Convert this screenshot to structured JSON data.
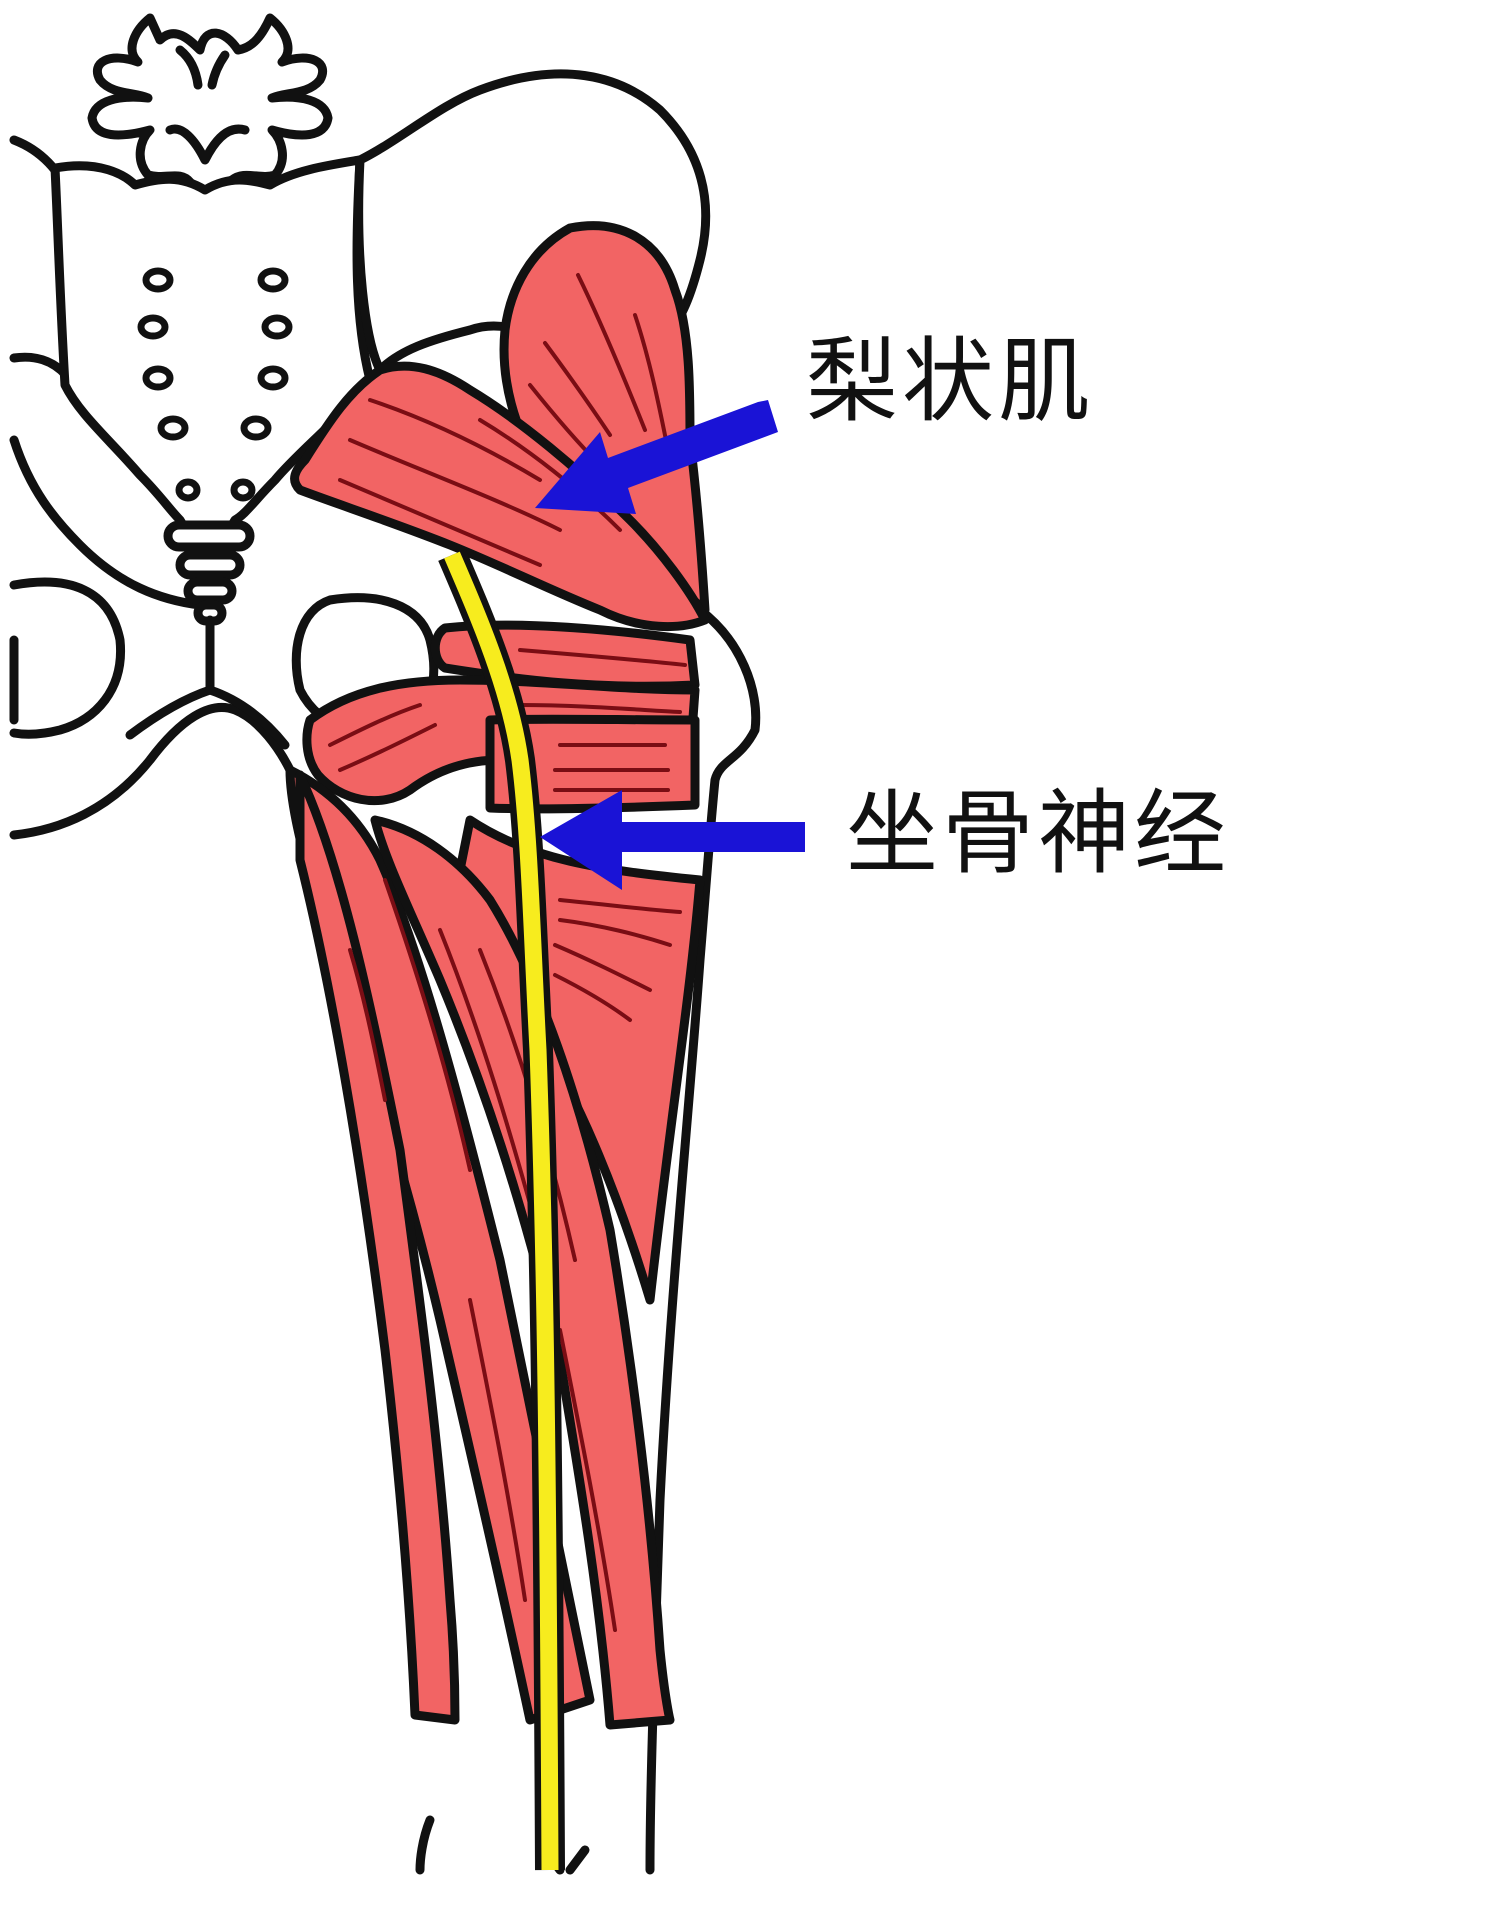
{
  "figure": {
    "subject": "Posterior view of pelvis and thigh showing piriformis muscle and sciatic nerve",
    "labels": {
      "piriformis": "梨状肌",
      "sciatic_nerve": "坐骨神经"
    },
    "colors": {
      "muscle": "#f26464",
      "muscle_fiber": "#7a0d14",
      "nerve": "#f7ec1e",
      "arrow": "#1a13d6",
      "outline": "#111111",
      "background": "#ffffff"
    }
  }
}
